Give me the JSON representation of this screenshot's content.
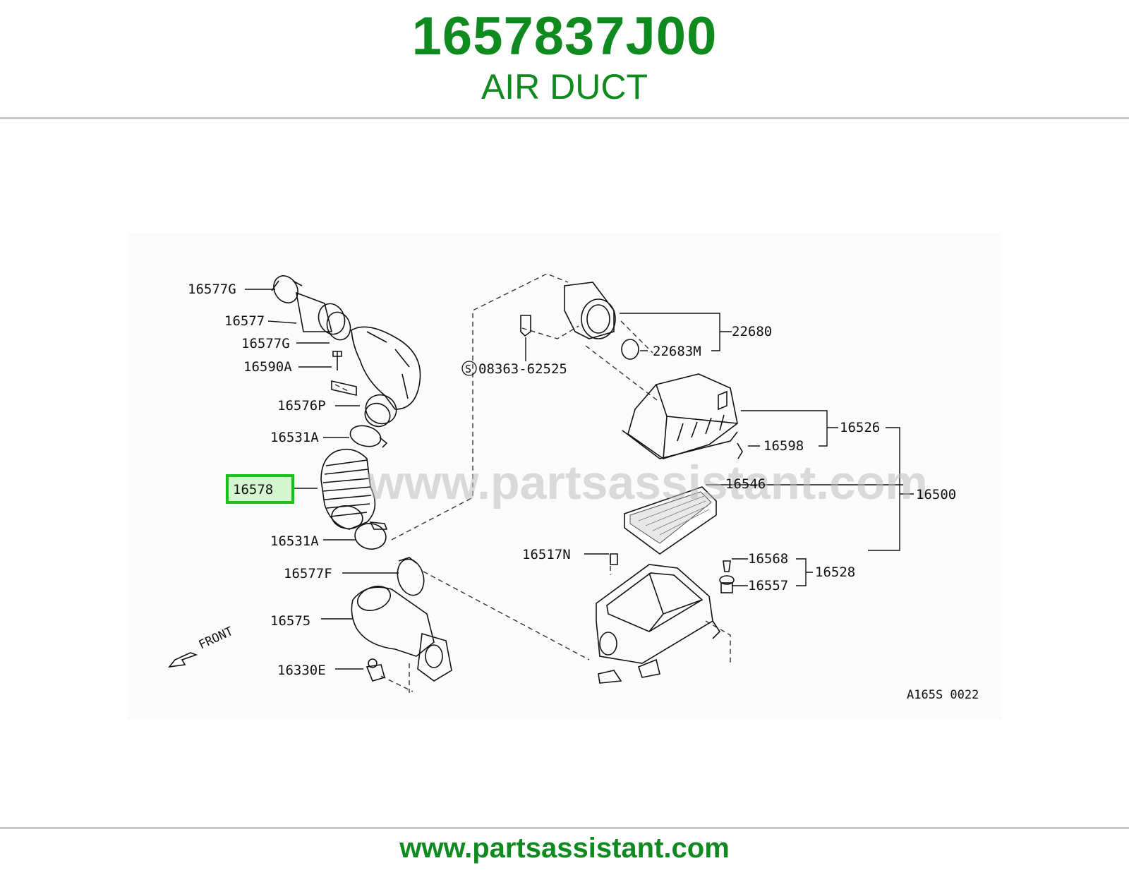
{
  "header": {
    "part_number": "1657837J00",
    "part_name": "AIR DUCT"
  },
  "footer": {
    "website": "www.partsassistant.com"
  },
  "diagram": {
    "watermark": "www.partsassistant.com",
    "highlighted_part": "16578",
    "highlight_color": "#19c219",
    "figure_code": "A165S 0022",
    "front_label": "FRONT",
    "callouts": {
      "c16577g_top": "16577G",
      "c16577": "16577",
      "c16577g_mid": "16577G",
      "c16590a": "16590A",
      "c16576p": "16576P",
      "c16531a_top": "16531A",
      "c16578": "16578",
      "c16531a_bot": "16531A",
      "c16577f": "16577F",
      "c16575": "16575",
      "c16330e": "16330E",
      "c08363": "08363-62525",
      "c08363_prefix": "S",
      "c22680": "22680",
      "c22683m": "22683M",
      "c16526": "16526",
      "c16598": "16598",
      "c16546": "16546",
      "c16500": "16500",
      "c16517n": "16517N",
      "c16568": "16568",
      "c16528": "16528",
      "c16557": "16557"
    }
  }
}
